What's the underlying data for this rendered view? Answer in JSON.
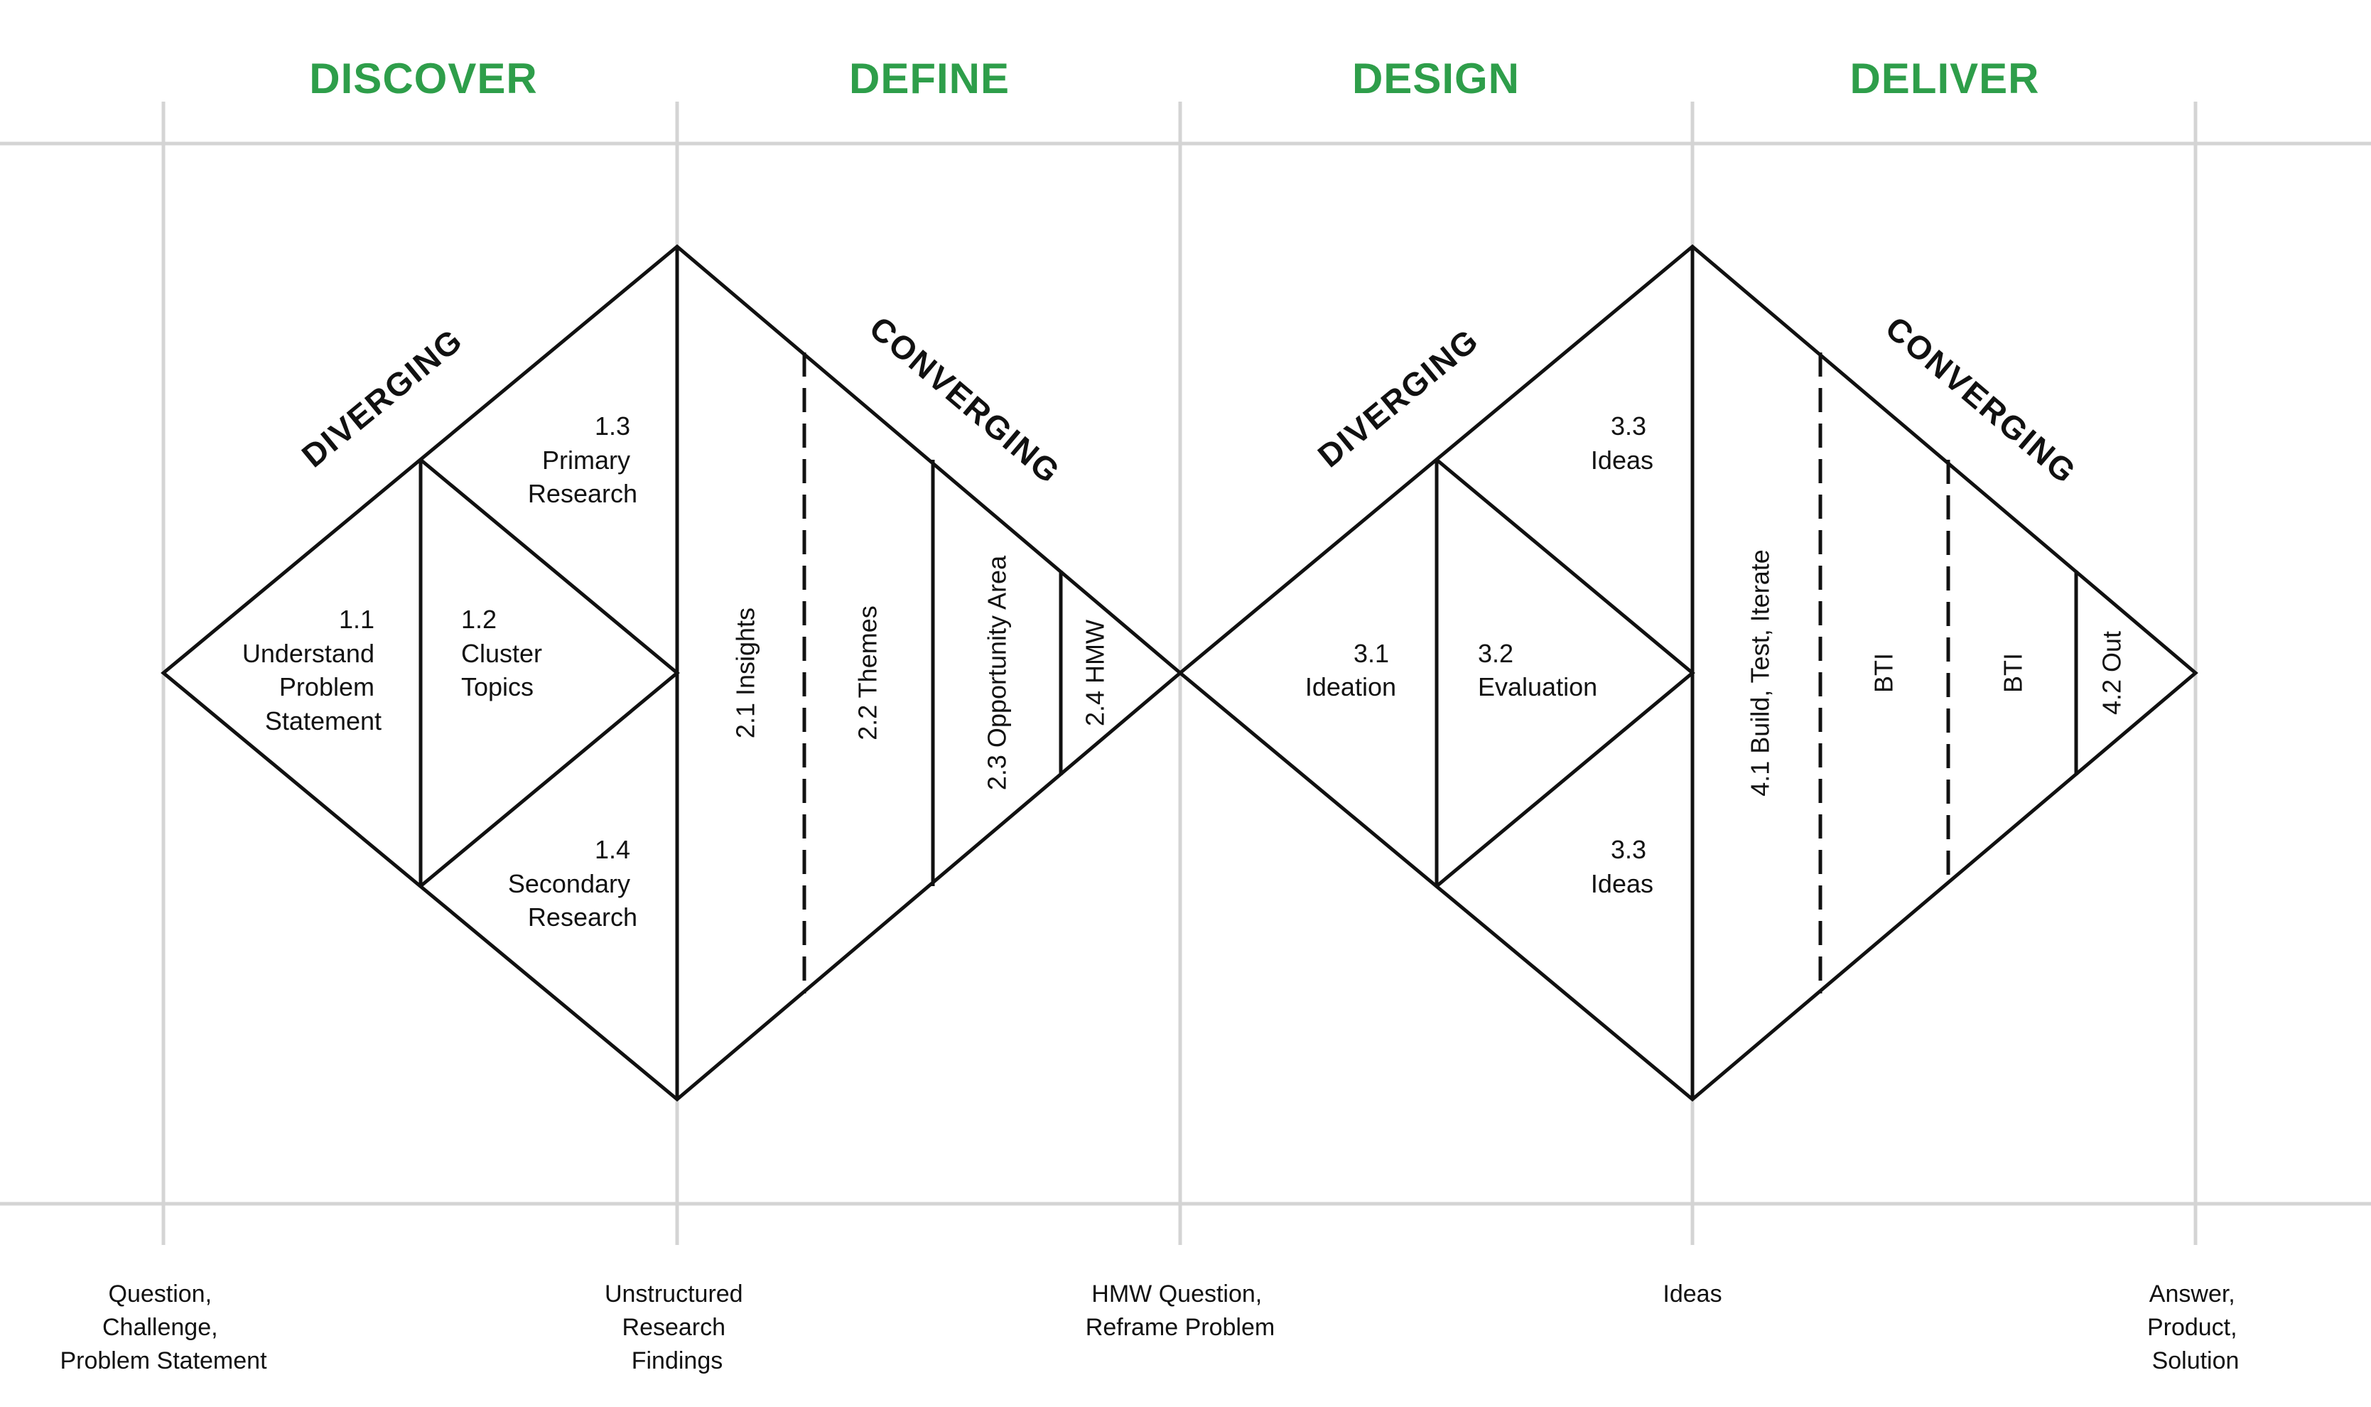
{
  "colors": {
    "accent": "#2e9e4a",
    "ink": "#111111",
    "rule": "#d4d4d4",
    "background": "#ffffff"
  },
  "phases": [
    "DISCOVER",
    "DEFINE",
    "DESIGN",
    "DELIVER"
  ],
  "modes": {
    "diverging": "DIVERGING",
    "converging": "CONVERGING"
  },
  "steps": {
    "s1_1": [
      "1.1",
      "Understand",
      "Problem",
      "Statement"
    ],
    "s1_2": [
      "1.2",
      "Cluster",
      "Topics"
    ],
    "s1_3": [
      "1.3",
      "Primary",
      "Research"
    ],
    "s1_4": [
      "1.4",
      "Secondary",
      "Research"
    ],
    "s2_1": "2.1 Insights",
    "s2_2": "2.2 Themes",
    "s2_3": "2.3 Opportunity Area",
    "s2_4": "2.4 HMW",
    "s3_1": [
      "3.1",
      "Ideation"
    ],
    "s3_2": [
      "3.2",
      "Evaluation"
    ],
    "s3_3a": [
      "3.3",
      "Ideas"
    ],
    "s3_3b": [
      "3.3",
      "Ideas"
    ],
    "s4_1": "4.1 Build, Test, Iterate",
    "s4_bti_a": "BTI",
    "s4_bti_b": "BTI",
    "s4_2": "4.2 Out"
  },
  "outputs": [
    [
      "Question,",
      "Challenge,",
      "Problem Statement"
    ],
    [
      "Unstructured",
      "Research",
      "Findings"
    ],
    [
      "HMW Question,",
      "Reframe Problem"
    ],
    [
      "Ideas"
    ],
    [
      "Answer,",
      "Product,",
      "Solution"
    ]
  ]
}
